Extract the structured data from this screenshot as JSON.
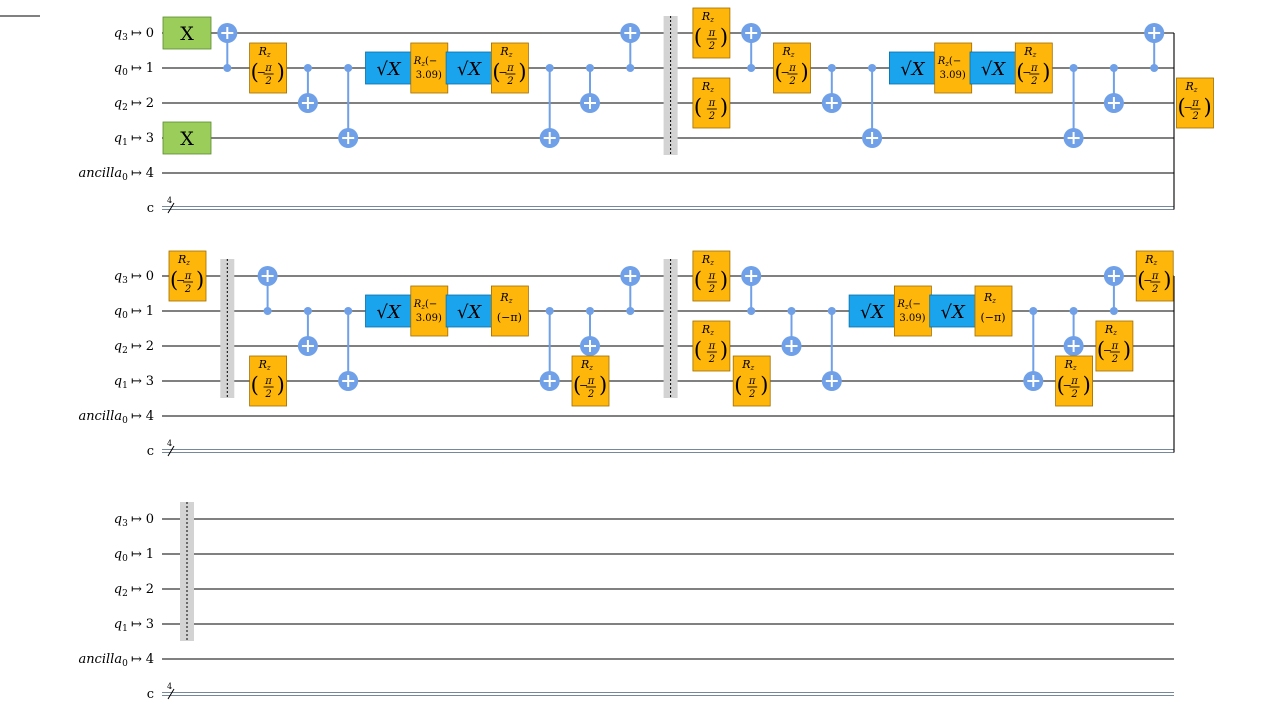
{
  "colors": {
    "x_gate": "#9ACD59",
    "sx_gate": "#1BA4EE",
    "rz_gate": "#FFB60A",
    "control": "#6FA0E8",
    "barrier": "#D3D3D3",
    "classical_wire": "#778899"
  },
  "registers": [
    {
      "name": "q",
      "sub": "3",
      "index": "0"
    },
    {
      "name": "q",
      "sub": "0",
      "index": "1"
    },
    {
      "name": "q",
      "sub": "2",
      "index": "2"
    },
    {
      "name": "q",
      "sub": "1",
      "index": "3"
    },
    {
      "name": "ancilla",
      "sub": "0",
      "index": "4"
    }
  ],
  "mapsto": "↦",
  "classical": {
    "name": "c",
    "size": "4"
  },
  "labels": {
    "x": "X",
    "sx": "√X",
    "rz": "R",
    "rz_sub": "z",
    "pi": "π",
    "two": "2",
    "minus": "−",
    "minus_pi": "(−π)",
    "rz_neg309_top": "(−",
    "rz_neg309_bot": "3.09)"
  },
  "rows": [
    {
      "gates": [
        {
          "t": "x",
          "q": 0,
          "c": 0
        },
        {
          "t": "x",
          "q": 3,
          "c": 0
        },
        {
          "t": "cx",
          "ctrl": 1,
          "tgt": 0,
          "c": 1
        },
        {
          "t": "rz",
          "q": 1,
          "a": "-pi/2",
          "c": 2
        },
        {
          "t": "cx",
          "ctrl": 1,
          "tgt": 2,
          "c": 3
        },
        {
          "t": "cx",
          "ctrl": 1,
          "tgt": 3,
          "c": 4
        },
        {
          "t": "sx",
          "q": 1,
          "c": 5
        },
        {
          "t": "rz",
          "q": 1,
          "a": "-3.09",
          "c": 6
        },
        {
          "t": "sx",
          "q": 1,
          "c": 7
        },
        {
          "t": "rz",
          "q": 1,
          "a": "-pi/2",
          "c": 8
        },
        {
          "t": "cx",
          "ctrl": 1,
          "tgt": 3,
          "c": 9
        },
        {
          "t": "cx",
          "ctrl": 1,
          "tgt": 2,
          "c": 10
        },
        {
          "t": "cx",
          "ctrl": 1,
          "tgt": 0,
          "c": 11
        },
        {
          "t": "barrier",
          "c": 12
        },
        {
          "t": "rz",
          "q": 0,
          "a": "pi/2",
          "c": 13
        },
        {
          "t": "rz",
          "q": 2,
          "a": "pi/2",
          "c": 13
        },
        {
          "t": "cx",
          "ctrl": 1,
          "tgt": 0,
          "c": 14
        },
        {
          "t": "rz",
          "q": 1,
          "a": "-pi/2",
          "c": 15
        },
        {
          "t": "cx",
          "ctrl": 1,
          "tgt": 2,
          "c": 16
        },
        {
          "t": "cx",
          "ctrl": 1,
          "tgt": 3,
          "c": 17
        },
        {
          "t": "sx",
          "q": 1,
          "c": 18
        },
        {
          "t": "rz",
          "q": 1,
          "a": "-3.09",
          "c": 19
        },
        {
          "t": "sx",
          "q": 1,
          "c": 20
        },
        {
          "t": "rz",
          "q": 1,
          "a": "-pi/2",
          "c": 21
        },
        {
          "t": "cx",
          "ctrl": 1,
          "tgt": 3,
          "c": 22
        },
        {
          "t": "cx",
          "ctrl": 1,
          "tgt": 2,
          "c": 23
        },
        {
          "t": "cx",
          "ctrl": 1,
          "tgt": 0,
          "c": 24
        },
        {
          "t": "rz",
          "q": 2,
          "a": "-pi/2",
          "c": 25
        }
      ]
    },
    {
      "gates": [
        {
          "t": "rz",
          "q": 0,
          "a": "-pi/2",
          "c": 0
        },
        {
          "t": "barrier",
          "c": 1
        },
        {
          "t": "cx",
          "ctrl": 1,
          "tgt": 0,
          "c": 2
        },
        {
          "t": "rz",
          "q": 3,
          "a": "pi/2",
          "c": 2
        },
        {
          "t": "cx",
          "ctrl": 1,
          "tgt": 2,
          "c": 3
        },
        {
          "t": "cx",
          "ctrl": 1,
          "tgt": 3,
          "c": 4
        },
        {
          "t": "sx",
          "q": 1,
          "c": 5
        },
        {
          "t": "rz",
          "q": 1,
          "a": "-3.09",
          "c": 6
        },
        {
          "t": "sx",
          "q": 1,
          "c": 7
        },
        {
          "t": "rz",
          "q": 1,
          "a": "-pi",
          "c": 8
        },
        {
          "t": "cx",
          "ctrl": 1,
          "tgt": 3,
          "c": 9
        },
        {
          "t": "cx",
          "ctrl": 1,
          "tgt": 2,
          "c": 10
        },
        {
          "t": "rz",
          "q": 3,
          "a": "-pi/2",
          "c": 10
        },
        {
          "t": "cx",
          "ctrl": 1,
          "tgt": 0,
          "c": 11
        },
        {
          "t": "barrier",
          "c": 12
        },
        {
          "t": "rz",
          "q": 0,
          "a": "pi/2",
          "c": 13
        },
        {
          "t": "rz",
          "q": 2,
          "a": "pi/2",
          "c": 13
        },
        {
          "t": "cx",
          "ctrl": 1,
          "tgt": 0,
          "c": 14
        },
        {
          "t": "rz",
          "q": 3,
          "a": "pi/2",
          "c": 14
        },
        {
          "t": "cx",
          "ctrl": 1,
          "tgt": 2,
          "c": 15
        },
        {
          "t": "cx",
          "ctrl": 1,
          "tgt": 3,
          "c": 16
        },
        {
          "t": "sx",
          "q": 1,
          "c": 17
        },
        {
          "t": "rz",
          "q": 1,
          "a": "-3.09",
          "c": 18
        },
        {
          "t": "sx",
          "q": 1,
          "c": 19
        },
        {
          "t": "rz",
          "q": 1,
          "a": "-pi",
          "c": 20
        },
        {
          "t": "cx",
          "ctrl": 1,
          "tgt": 3,
          "c": 21
        },
        {
          "t": "cx",
          "ctrl": 1,
          "tgt": 2,
          "c": 22
        },
        {
          "t": "rz",
          "q": 3,
          "a": "-pi/2",
          "c": 22
        },
        {
          "t": "cx",
          "ctrl": 1,
          "tgt": 0,
          "c": 23
        },
        {
          "t": "rz",
          "q": 2,
          "a": "-pi/2",
          "c": 23
        },
        {
          "t": "rz",
          "q": 0,
          "a": "-pi/2",
          "c": 24
        }
      ]
    },
    {
      "gates": [
        {
          "t": "barrier",
          "c": 0
        }
      ]
    }
  ]
}
